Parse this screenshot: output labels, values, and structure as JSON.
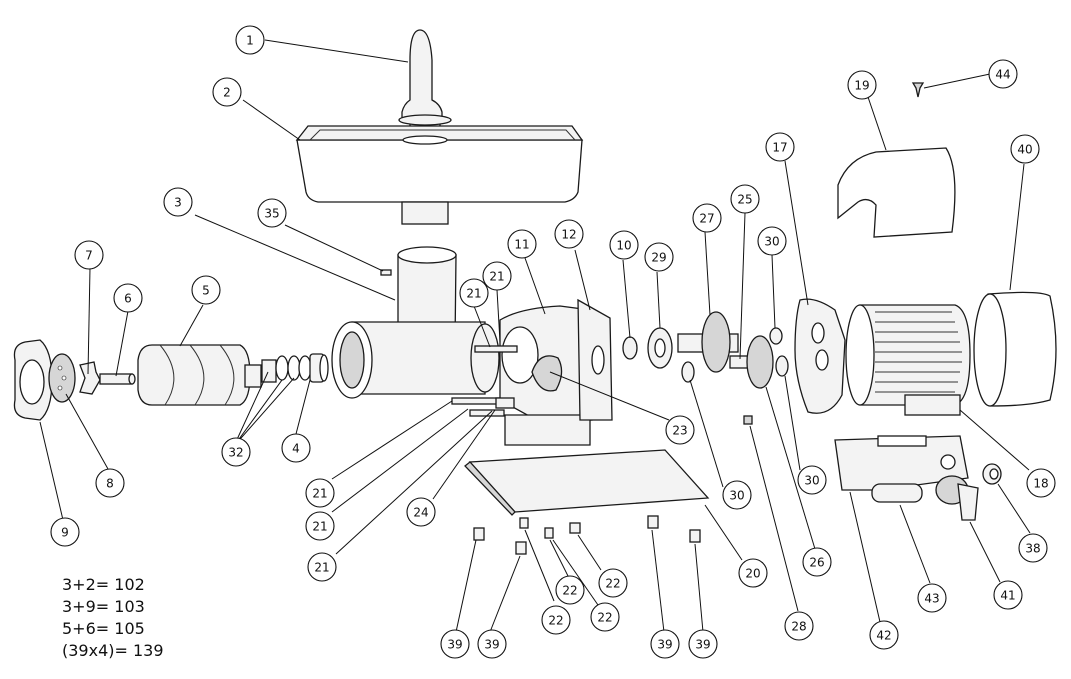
{
  "callouts": [
    {
      "id": "c1",
      "label": "1"
    },
    {
      "id": "c2",
      "label": "2"
    },
    {
      "id": "c3",
      "label": "3"
    },
    {
      "id": "c35",
      "label": "35"
    },
    {
      "id": "c7",
      "label": "7"
    },
    {
      "id": "c6",
      "label": "6"
    },
    {
      "id": "c5",
      "label": "5"
    },
    {
      "id": "c11",
      "label": "11"
    },
    {
      "id": "c12",
      "label": "12"
    },
    {
      "id": "c21a",
      "label": "21"
    },
    {
      "id": "c21b",
      "label": "21"
    },
    {
      "id": "c10",
      "label": "10"
    },
    {
      "id": "c29",
      "label": "29"
    },
    {
      "id": "c27",
      "label": "27"
    },
    {
      "id": "c25",
      "label": "25"
    },
    {
      "id": "c30a",
      "label": "30"
    },
    {
      "id": "c17",
      "label": "17"
    },
    {
      "id": "c19",
      "label": "19"
    },
    {
      "id": "c44",
      "label": "44"
    },
    {
      "id": "c40",
      "label": "40"
    },
    {
      "id": "c32",
      "label": "32"
    },
    {
      "id": "c4",
      "label": "4"
    },
    {
      "id": "c8",
      "label": "8"
    },
    {
      "id": "c9",
      "label": "9"
    },
    {
      "id": "c21c",
      "label": "21"
    },
    {
      "id": "c21d",
      "label": "21"
    },
    {
      "id": "c21e",
      "label": "21"
    },
    {
      "id": "c23",
      "label": "23"
    },
    {
      "id": "c24",
      "label": "24"
    },
    {
      "id": "c30b",
      "label": "30"
    },
    {
      "id": "c30c",
      "label": "30"
    },
    {
      "id": "c18",
      "label": "18"
    },
    {
      "id": "c26",
      "label": "26"
    },
    {
      "id": "c20",
      "label": "20"
    },
    {
      "id": "c22a",
      "label": "22"
    },
    {
      "id": "c22b",
      "label": "22"
    },
    {
      "id": "c22c",
      "label": "22"
    },
    {
      "id": "c22d",
      "label": "22"
    },
    {
      "id": "c39a",
      "label": "39"
    },
    {
      "id": "c39b",
      "label": "39"
    },
    {
      "id": "c39c",
      "label": "39"
    },
    {
      "id": "c39d",
      "label": "39"
    },
    {
      "id": "c28",
      "label": "28"
    },
    {
      "id": "c42",
      "label": "42"
    },
    {
      "id": "c43",
      "label": "43"
    },
    {
      "id": "c41",
      "label": "41"
    },
    {
      "id": "c38",
      "label": "38"
    }
  ],
  "formulas": [
    "3+2= 102",
    "3+9= 103",
    "5+6= 105",
    "(39x4)= 139"
  ]
}
